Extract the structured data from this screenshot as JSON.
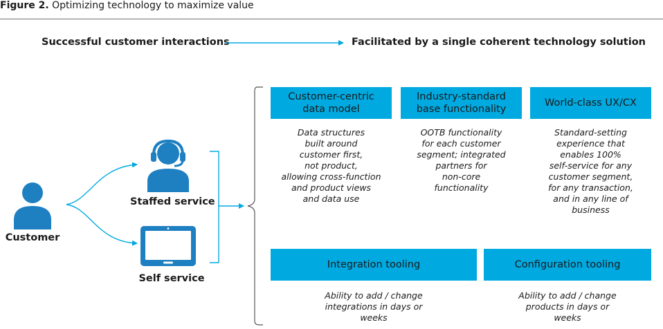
{
  "figure": {
    "number": "Figure 2.",
    "caption": "Optimizing technology to maximize value"
  },
  "header": {
    "left": "Successful customer interactions",
    "right": "Facilitated by a single coherent technology solution"
  },
  "actors": {
    "customer": "Customer",
    "staffed": "Staffed service",
    "self": "Self service"
  },
  "capabilities": [
    {
      "title": "Customer-centric data model",
      "lines": [
        "Data structures",
        "built around",
        "customer first,",
        "not product,",
        "allowing cross-function",
        "and product views",
        "and data use"
      ]
    },
    {
      "title": "Industry-standard base functionality",
      "lines": [
        "OOTB functionality",
        "for each customer",
        "segment; integrated",
        "partners for",
        "non-core",
        "functionality"
      ]
    },
    {
      "title": "World-class UX/CX",
      "lines": [
        "Standard-setting",
        "experience that",
        "enables 100%",
        "self-service for any",
        "customer segment,",
        "for any transaction,",
        "and in any line of",
        "business"
      ]
    }
  ],
  "tooling": [
    {
      "title": "Integration tooling",
      "lines": [
        "Ability to add / change",
        "integrations in days or",
        "weeks"
      ]
    },
    {
      "title": "Configuration tooling",
      "lines": [
        "Ability to add / change",
        "products in days or",
        "weeks"
      ]
    }
  ],
  "colors": {
    "accent": "#00a9e0",
    "icon": "#1e7fc1",
    "line": "#00a9e0",
    "text": "#1a1a1a"
  }
}
